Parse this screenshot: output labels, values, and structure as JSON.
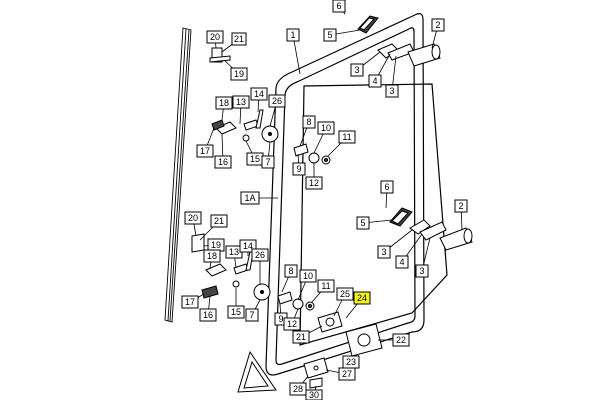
{
  "diagram": {
    "callouts": [
      {
        "id": "c-20a",
        "label": "20"
      },
      {
        "id": "c-21a",
        "label": "21"
      },
      {
        "id": "c-19a",
        "label": "19"
      },
      {
        "id": "c-18a",
        "label": "18"
      },
      {
        "id": "c-13a",
        "label": "13"
      },
      {
        "id": "c-14a",
        "label": "14"
      },
      {
        "id": "c-26a",
        "label": "26"
      },
      {
        "id": "c-17a",
        "label": "17"
      },
      {
        "id": "c-16a",
        "label": "16"
      },
      {
        "id": "c-15a",
        "label": "15"
      },
      {
        "id": "c-7a",
        "label": "7"
      },
      {
        "id": "c-1",
        "label": "1"
      },
      {
        "id": "c-6a",
        "label": "6"
      },
      {
        "id": "c-5a",
        "label": "5"
      },
      {
        "id": "c-3a",
        "label": "3"
      },
      {
        "id": "c-4a",
        "label": "4"
      },
      {
        "id": "c-3b",
        "label": "3"
      },
      {
        "id": "c-2a",
        "label": "2"
      },
      {
        "id": "c-8a",
        "label": "8"
      },
      {
        "id": "c-10a",
        "label": "10"
      },
      {
        "id": "c-11a",
        "label": "11"
      },
      {
        "id": "c-9a",
        "label": "9"
      },
      {
        "id": "c-12a",
        "label": "12"
      },
      {
        "id": "c-1A",
        "label": "1A"
      },
      {
        "id": "c-6b",
        "label": "6"
      },
      {
        "id": "c-5b",
        "label": "5"
      },
      {
        "id": "c-3c",
        "label": "3"
      },
      {
        "id": "c-4b",
        "label": "4"
      },
      {
        "id": "c-3d",
        "label": "3"
      },
      {
        "id": "c-2b",
        "label": "2"
      },
      {
        "id": "c-20b",
        "label": "20"
      },
      {
        "id": "c-21b",
        "label": "21"
      },
      {
        "id": "c-19b",
        "label": "19"
      },
      {
        "id": "c-18b",
        "label": "18"
      },
      {
        "id": "c-13b",
        "label": "13"
      },
      {
        "id": "c-14b",
        "label": "14"
      },
      {
        "id": "c-26b",
        "label": "26"
      },
      {
        "id": "c-17b",
        "label": "17"
      },
      {
        "id": "c-16b",
        "label": "16"
      },
      {
        "id": "c-15b",
        "label": "15"
      },
      {
        "id": "c-7b",
        "label": "7"
      },
      {
        "id": "c-8b",
        "label": "8"
      },
      {
        "id": "c-10b",
        "label": "10"
      },
      {
        "id": "c-11b",
        "label": "11"
      },
      {
        "id": "c-9b",
        "label": "9"
      },
      {
        "id": "c-12b",
        "label": "12"
      },
      {
        "id": "c-21c",
        "label": "21"
      },
      {
        "id": "c-25",
        "label": "25"
      },
      {
        "id": "c-24",
        "label": "24"
      },
      {
        "id": "c-22",
        "label": "22"
      },
      {
        "id": "c-23",
        "label": "23"
      },
      {
        "id": "c-28",
        "label": "28"
      },
      {
        "id": "c-27",
        "label": "27"
      },
      {
        "id": "c-30",
        "label": "30"
      }
    ],
    "highlight_color": "#f4f21c",
    "line_color": "#000000"
  }
}
